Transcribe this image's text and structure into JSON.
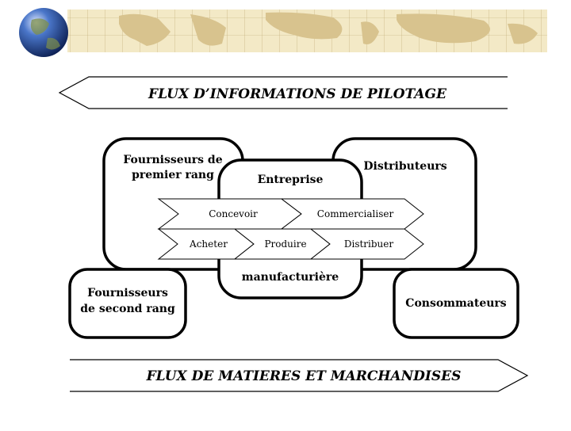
{
  "top_arrow": {
    "label": "FLUX D’INFORMATIONS DE PILOTAGE"
  },
  "bottom_arrow": {
    "label": "FLUX DE MATIERES ET MARCHANDISES"
  },
  "boxes": {
    "fournisseurs_premier": {
      "line1": "Fournisseurs de",
      "line2": "premier rang"
    },
    "distributeurs": {
      "label": "Distributeurs"
    },
    "entreprise": {
      "top": "Entreprise",
      "bottom": "manufacturière"
    },
    "fournisseurs_second": {
      "line1": "Fournisseurs",
      "line2": "de second rang"
    },
    "consommateurs": {
      "label": "Consommateurs"
    }
  },
  "process": {
    "row1": [
      "Concevoir",
      "Commercialiser"
    ],
    "row2": [
      "Acheter",
      "Produire",
      "Distribuer"
    ]
  },
  "colors": {
    "stroke": "#000000",
    "map_bg": "#f3e9c6",
    "map_land": "#d8c38e",
    "globe": "#2a4f9a"
  }
}
